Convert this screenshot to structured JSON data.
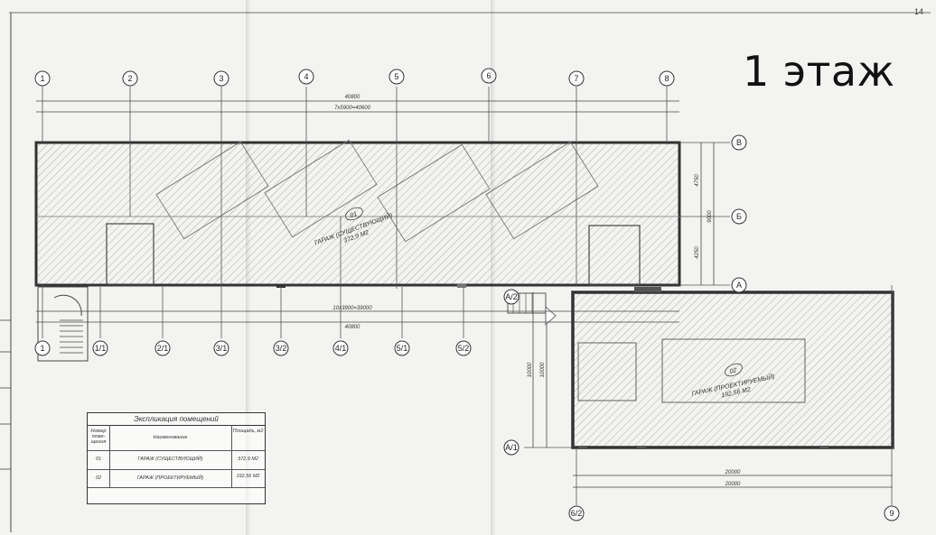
{
  "sheet": {
    "title": "1 этаж",
    "page_number": "14"
  },
  "axes_top": [
    "1",
    "2",
    "3",
    "4",
    "5",
    "6",
    "7",
    "8"
  ],
  "axes_bottom": [
    "1",
    "1/1",
    "2/1",
    "3/1",
    "3/2",
    "4/1",
    "5/1",
    "5/2"
  ],
  "axes_right": [
    "В",
    "Б",
    "А"
  ],
  "axes_annex": [
    "А/1",
    "6/2",
    "9",
    "А/2"
  ],
  "dimensions": {
    "top_overall": "40800",
    "top_chain": "7x5900=40600",
    "bottom_chain": "10x3900=39000",
    "bottom_overall": "40800",
    "right_upper": "4750",
    "right_lower": "4250",
    "right_total": "9000",
    "annex_side_a": "10000",
    "annex_side_b": "10000",
    "annex_bottom_a": "20000",
    "annex_bottom_b": "20000"
  },
  "rooms": {
    "room1": {
      "number": "01",
      "name": "ГАРАЖ (СУЩЕСТВУЮЩИЙ)",
      "area": "372,9 М2"
    },
    "room2": {
      "number": "02",
      "name": "ГАРАЖ (ПРОЕКТИРУЕМЫЙ)",
      "area": "192,56 М2"
    }
  },
  "legend": {
    "caption": "Экспликация помещений",
    "col_number": "Номер поме- щения",
    "col_name": "Наименование",
    "col_area": "Площадь, м2",
    "rows": [
      {
        "number": "01",
        "name": "ГАРАЖ (СУЩЕСТВУЮЩИЙ)",
        "area": "372,9 М2"
      },
      {
        "number": "02",
        "name": "ГАРАЖ (ПРОЕКТИРУЕМЫЙ)",
        "area": "192,56 М2"
      }
    ]
  }
}
